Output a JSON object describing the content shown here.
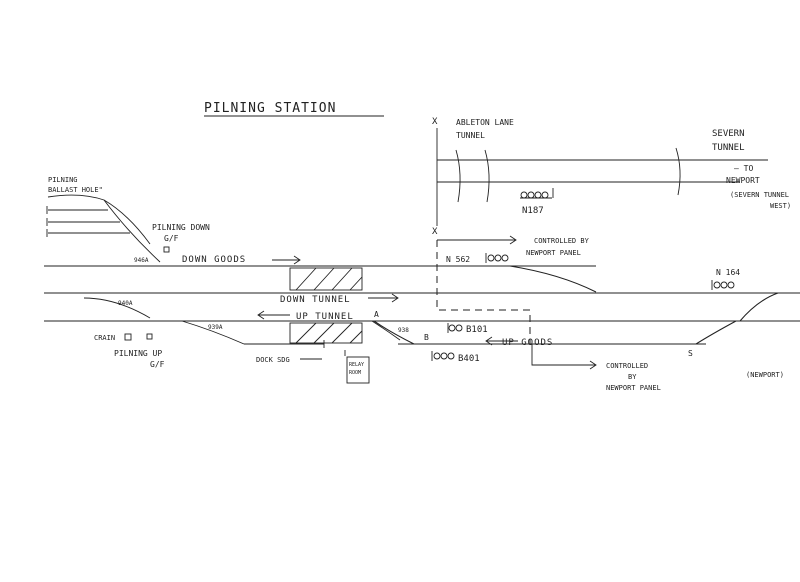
{
  "title": "PILNING STATION",
  "labels": {
    "ableton_lane_tunnel": [
      "ABLETON LANE",
      "TUNNEL"
    ],
    "severn_tunnel": [
      "SEVERN",
      "TUNNEL"
    ],
    "to_newport": [
      "— TO",
      "NEWPORT",
      "(SEVERN TUNNEL",
      "WEST)"
    ],
    "pilning_ballast_hole": [
      "PILNING",
      "BALLAST HOLE\""
    ],
    "pilning_down_gf": [
      "PILNING DOWN",
      "G/F"
    ],
    "pilning_up_gf": [
      "PILNING UP",
      "G/F"
    ],
    "crain": "CRAIN",
    "dock_sdg": "DOCK SDG",
    "relay_room": [
      "RELAY",
      "ROOM"
    ],
    "controlled_by_1": [
      "CONTROLLED BY",
      "NEWPORT PANEL"
    ],
    "controlled_by_2": [
      "CONTROLLED",
      "BY",
      "NEWPORT PANEL"
    ],
    "newport_bracket": "(NEWPORT)",
    "x_marker": "X"
  },
  "lines": {
    "down_goods": "DOWN GOODS",
    "down_tunnel": "DOWN TUNNEL",
    "up_tunnel": "UP TUNNEL",
    "up_goods": "UP GOODS"
  },
  "signals": {
    "n187": "N187",
    "n562": "N 562",
    "n164": "N 164",
    "b101": "B101",
    "b401": "B401",
    "a": "A",
    "b": "B",
    "s": "S"
  },
  "points": {
    "p946a": "946A",
    "p940a": "940A",
    "p939a": "939A",
    "p938": "938"
  }
}
